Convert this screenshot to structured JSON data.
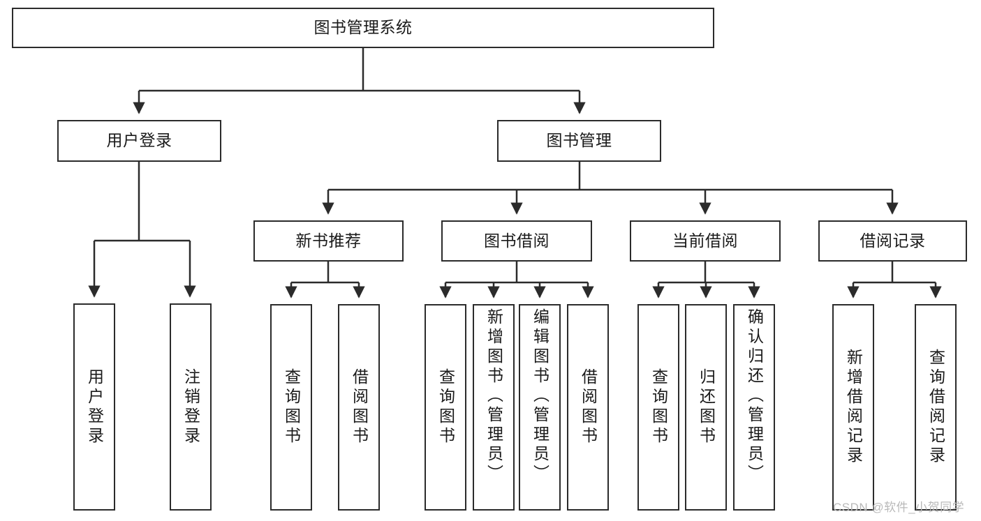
{
  "diagram": {
    "type": "tree-hierarchy",
    "title": "图书管理系统",
    "watermark": "CSDN @软件_小贺同学",
    "colors": {
      "border": "#2b2b2b",
      "text": "#1a1a1a",
      "background": "#ffffff",
      "watermark": "#b9b9b9"
    },
    "root": {
      "label": "图书管理系统"
    },
    "level1": [
      {
        "label": "用户登录"
      },
      {
        "label": "图书管理"
      }
    ],
    "level2": [
      {
        "label": "新书推荐"
      },
      {
        "label": "图书借阅"
      },
      {
        "label": "当前借阅"
      },
      {
        "label": "借阅记录"
      }
    ],
    "leaves": {
      "user_login": [
        {
          "label": "用户登录"
        },
        {
          "label": "注销登录"
        }
      ],
      "new_book_recommend": [
        {
          "label": "查询图书"
        },
        {
          "label": "借阅图书"
        }
      ],
      "book_borrow": [
        {
          "label": "查询图书"
        },
        {
          "label": "新增图书（管理员）"
        },
        {
          "label": "编辑图书（管理员）"
        },
        {
          "label": "借阅图书"
        }
      ],
      "current_borrow": [
        {
          "label": "查询图书"
        },
        {
          "label": "归还图书"
        },
        {
          "label": "确认归还（管理员）"
        }
      ],
      "borrow_record": [
        {
          "label": "新增借阅记录"
        },
        {
          "label": "查询借阅记录"
        }
      ]
    }
  }
}
